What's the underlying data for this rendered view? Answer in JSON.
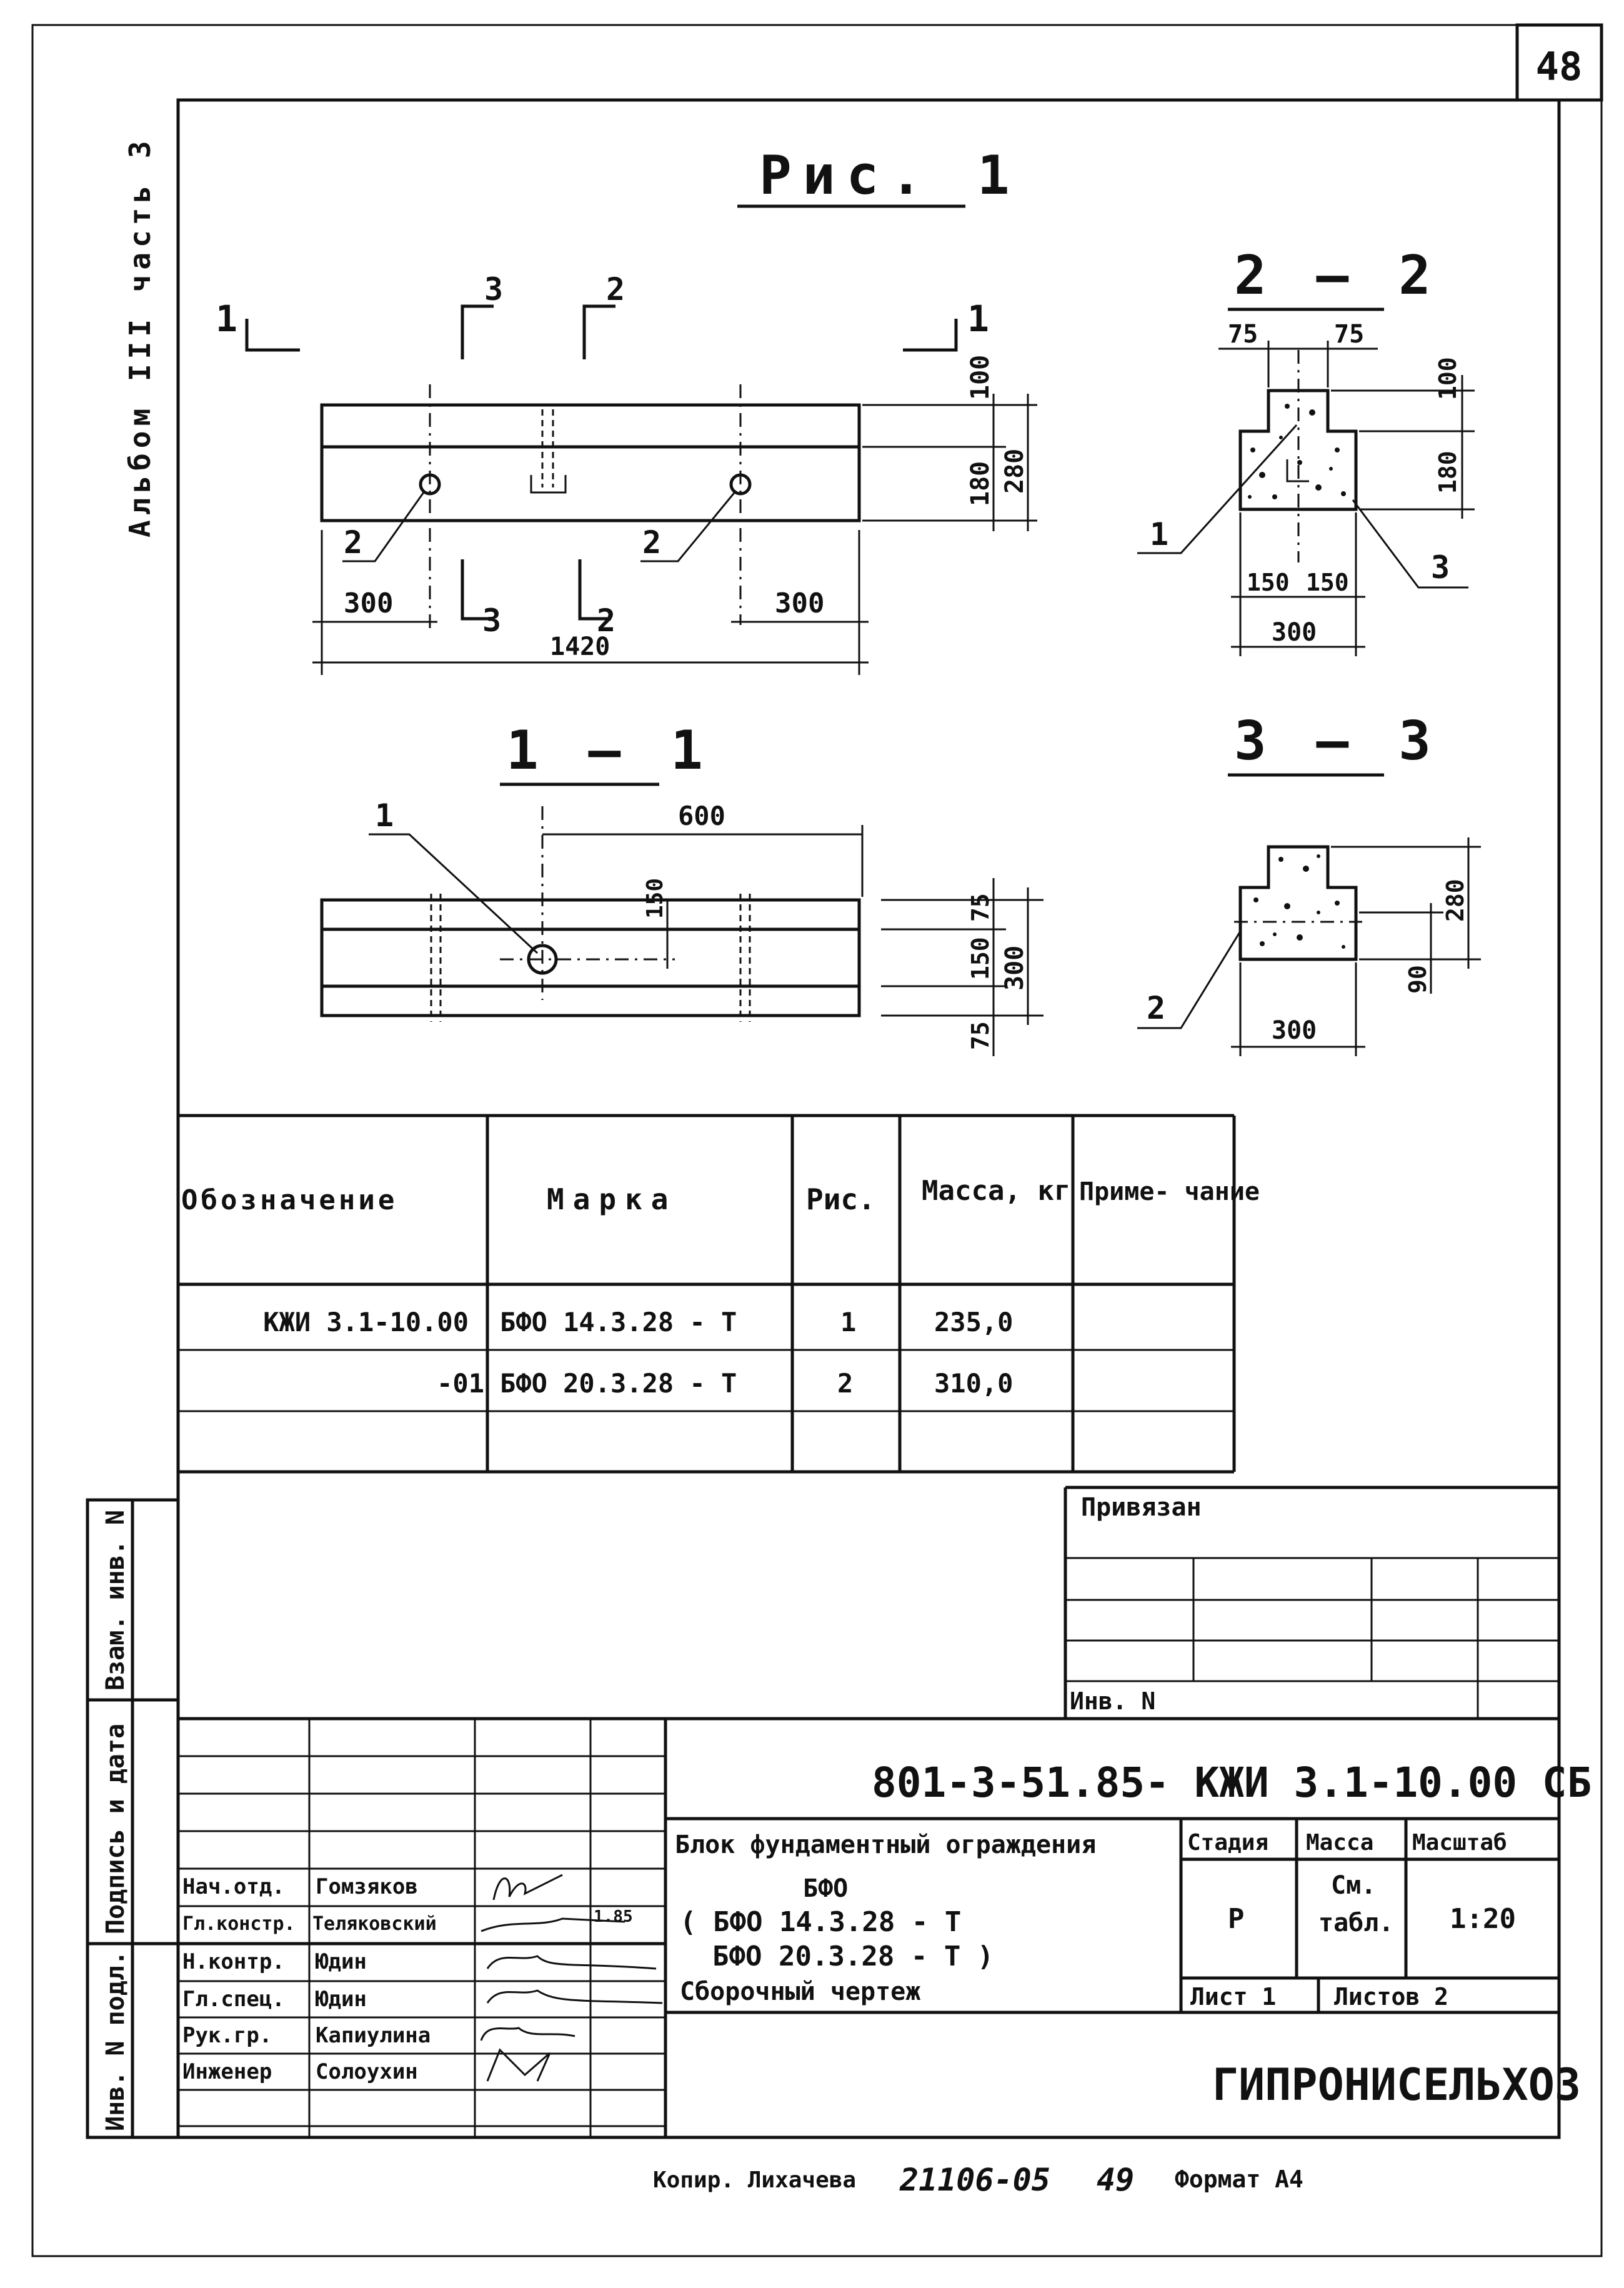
{
  "page_number": "48",
  "side_label": "Альбом III часть 3",
  "figure_title": "Рис. 1",
  "views": {
    "section_1_title": "1 — 1",
    "section_2_title": "2 — 2",
    "section_3_title": "3 — 3",
    "cut_1": "1",
    "cut_2": "2",
    "cut_3": "3"
  },
  "dims": {
    "d100": "100",
    "d180": "180",
    "d280": "280",
    "d300": "300",
    "d1420": "1420",
    "d75": "75",
    "d150": "150",
    "d600": "600",
    "d90": "90"
  },
  "callouts": {
    "c1": "1",
    "c2": "2",
    "c3": "3"
  },
  "spec_table": {
    "headers": [
      "Обозначение",
      "Марка",
      "Рис.",
      "Масса, кг",
      "Приме- чание"
    ],
    "rows": [
      [
        "КЖИ 3.1-10.00",
        "БФО 14.3.28 - Т",
        "1",
        "235,0",
        ""
      ],
      [
        "-01",
        "БФО 20.3.28 - Т",
        "2",
        "310,0",
        ""
      ]
    ]
  },
  "privyazan_label": "Привязан",
  "inv_no_label": "Инв. N",
  "doc_code": "801-3-51.85- КЖИ 3.1-10.00 СБ",
  "title_lines": [
    "Блок фундаментный ограждения",
    "БФО",
    "( БФО 14.3.28 - Т",
    "БФО 20.3.28 - Т )",
    "Сборочный чертеж"
  ],
  "stage_label": "Стадия",
  "mass_label": "Масса",
  "scale_label": "Масштаб",
  "stage_value": "Р",
  "mass_value_1": "См.",
  "mass_value_2": "табл.",
  "scale_value": "1:20",
  "sheet_label": "Лист 1",
  "sheets_label": "Листов 2",
  "organization": "ГИПРОНИСЕЛЬХОЗ",
  "signatures": [
    {
      "role": "Нач.отд.",
      "name": "Гомзяков"
    },
    {
      "role": "Гл.констр.",
      "name": "Теляковский"
    },
    {
      "role": "Н.контр.",
      "name": "Юдин"
    },
    {
      "role": "Гл.спец.",
      "name": "Юдин"
    },
    {
      "role": "Рук.гр.",
      "name": "Капиулина"
    },
    {
      "role": "Инженер",
      "name": "Солоухин"
    }
  ],
  "sig_date": "1.85",
  "side_stamps": [
    "Взам. инв. N",
    "Подпись и дата",
    "Инв. N подл."
  ],
  "footer": {
    "copied": "Копир. Лихачева",
    "order": "21106-05",
    "page": "49",
    "format": "Формат А4"
  }
}
